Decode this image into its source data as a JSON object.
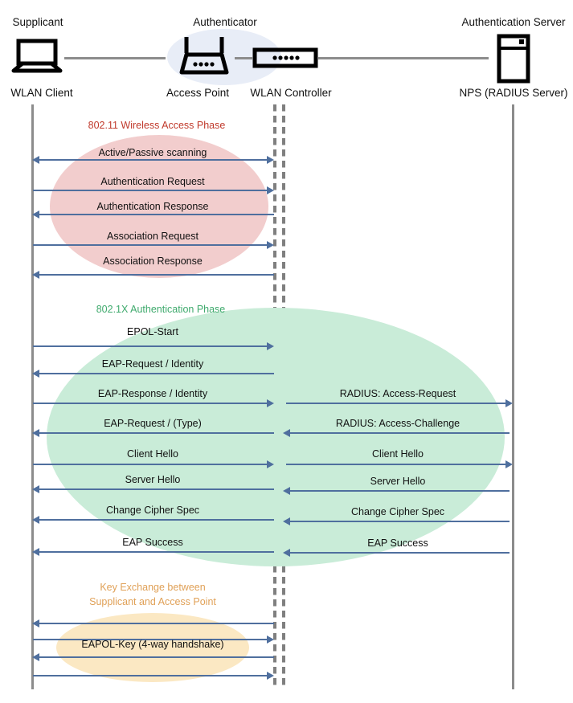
{
  "diagram": {
    "title": "802.1X / WPA2-Enterprise WLAN authentication sequence",
    "colors": {
      "phase1": "#c0392b",
      "phase2": "#3faa6d",
      "phase3": "#e0a158",
      "arrow": "#4f6f9e",
      "lifeline": "#8c8c8c",
      "ellipse_red": "#f2cdcd",
      "ellipse_green": "#c9ecd8",
      "ellipse_orange": "#fbe8c3",
      "ellipse_authenticator": "#e8edf7"
    }
  },
  "actors": [
    {
      "role": "Supplicant",
      "device": "WLAN Client",
      "icon": "laptop-icon"
    },
    {
      "role": "Authenticator",
      "device": "Access Point",
      "icon": "access-point-icon"
    },
    {
      "role": "",
      "device": "WLAN Controller",
      "icon": "wlan-controller-icon"
    },
    {
      "role": "Authentication Server",
      "device": "NPS (RADIUS Server)",
      "icon": "server-icon"
    }
  ],
  "phases": [
    {
      "id": "wireless-access",
      "label": "802.11 Wireless Access Phase",
      "label_color": "#c0392b",
      "messages": [
        {
          "text": "Active/Passive scanning",
          "direction": "both",
          "side": "left"
        },
        {
          "text": "Authentication Request",
          "direction": "right",
          "side": "left"
        },
        {
          "text": "Authentication Response",
          "direction": "left",
          "side": "left"
        },
        {
          "text": "Association Request",
          "direction": "right",
          "side": "left"
        },
        {
          "text": "Association Response",
          "direction": "left",
          "side": "left"
        }
      ]
    },
    {
      "id": "dot1x-authentication",
      "label": "802.1X Authentication Phase",
      "label_color": "#3faa6d",
      "messages": [
        {
          "text": "EPOL-Start",
          "direction": "right",
          "side": "left"
        },
        {
          "text": "EAP-Request / Identity",
          "direction": "left",
          "side": "left"
        },
        {
          "text": "EAP-Response / Identity",
          "direction": "right",
          "side": "left"
        },
        {
          "text": "RADIUS: Access-Request",
          "direction": "right",
          "side": "right"
        },
        {
          "text": "EAP-Request / (Type)",
          "direction": "left",
          "side": "left"
        },
        {
          "text": "RADIUS: Access-Challenge",
          "direction": "left",
          "side": "right"
        },
        {
          "text": "Client Hello",
          "direction": "right",
          "side": "left"
        },
        {
          "text": "Client Hello",
          "direction": "right",
          "side": "right"
        },
        {
          "text": "Server Hello",
          "direction": "left",
          "side": "left"
        },
        {
          "text": "Server Hello",
          "direction": "left",
          "side": "right"
        },
        {
          "text": "Change Cipher Spec",
          "direction": "left",
          "side": "left"
        },
        {
          "text": "Change Cipher Spec",
          "direction": "left",
          "side": "right"
        },
        {
          "text": "EAP Success",
          "direction": "left",
          "side": "left"
        },
        {
          "text": "EAP Success",
          "direction": "left",
          "side": "right"
        }
      ]
    },
    {
      "id": "key-exchange",
      "label_line1": "Key Exchange between",
      "label_line2": "Supplicant and Access Point",
      "label_color": "#e0a158",
      "messages": [
        {
          "text": "",
          "direction": "left",
          "side": "left"
        },
        {
          "text": "",
          "direction": "right",
          "side": "left"
        },
        {
          "text": "EAPOL-Key (4-way handshake)",
          "direction": "left",
          "side": "left"
        },
        {
          "text": "",
          "direction": "right",
          "side": "left"
        }
      ]
    }
  ],
  "labels": {
    "p1": "802.11 Wireless Access Phase",
    "p2": "802.1X Authentication Phase",
    "p3a": "Key Exchange between",
    "p3b": "Supplicant and Access Point",
    "m1": "Active/Passive scanning",
    "m2": "Authentication Request",
    "m3": "Authentication Response",
    "m4": "Association Request",
    "m5": "Association Response",
    "m6": "EPOL-Start",
    "m7": "EAP-Request / Identity",
    "m8": "EAP-Response / Identity",
    "m9": "RADIUS: Access-Request",
    "m10": "EAP-Request / (Type)",
    "m11": "RADIUS: Access-Challenge",
    "m12": "Client Hello",
    "m13": "Client Hello",
    "m14": "Server Hello",
    "m15": "Server Hello",
    "m16": "Change Cipher Spec",
    "m17": "Change Cipher Spec",
    "m18": "EAP Success",
    "m19": "EAP Success",
    "m20": "EAPOL-Key (4-way handshake)",
    "a1role": "Supplicant",
    "a1dev": "WLAN Client",
    "a2role": "Authenticator",
    "a2dev": "Access Point",
    "a3dev": "WLAN Controller",
    "a4role": "Authentication Server",
    "a4dev": "NPS (RADIUS Server)"
  }
}
